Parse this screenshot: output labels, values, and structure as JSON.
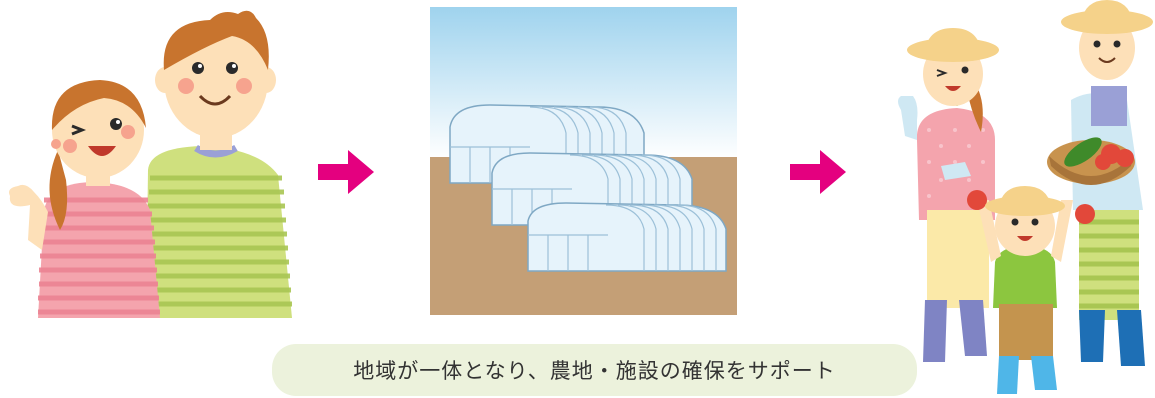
{
  "caption": {
    "text": "地域が一体となり、農地・施設の確保をサポート"
  },
  "colors": {
    "arrow": "#e4007f",
    "sky_top": "#9fd3ee",
    "sky_bottom": "#ffffff",
    "ground": "#c49f76",
    "caption_bg": "#ecf2dc",
    "skin": "#fde0b8",
    "hair": "#c8742e",
    "pink_stripe": "#f08a9c",
    "green_stripe": "#c4d96c",
    "hat": "#f5d28a"
  },
  "icons": [
    "couple-illustration",
    "arrow-right-icon",
    "greenhouse-illustration",
    "farming-family-illustration"
  ]
}
